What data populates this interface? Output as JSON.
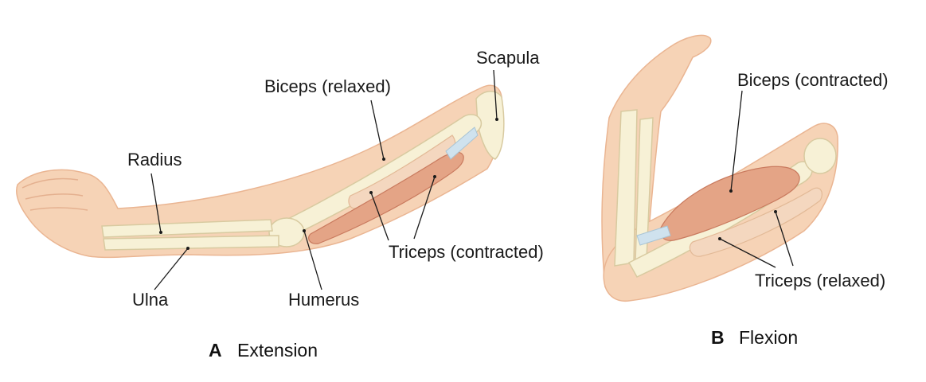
{
  "panel_a": {
    "letter": "A",
    "title": "Extension",
    "labels": {
      "scapula": "Scapula",
      "biceps": "Biceps (relaxed)",
      "radius": "Radius",
      "triceps": "Triceps (contracted)",
      "ulna": "Ulna",
      "humerus": "Humerus"
    }
  },
  "panel_b": {
    "letter": "B",
    "title": "Flexion",
    "labels": {
      "biceps": "Biceps (contracted)",
      "triceps": "Triceps (relaxed)"
    }
  },
  "colors": {
    "skin": "#f6d3b6",
    "skin_shadow": "#eab592",
    "bone": "#f7f1d6",
    "bone_outline": "#d8caa0",
    "muscle": "#e4a486",
    "muscle_dark": "#c97a5e",
    "tendon": "#cfe2ee"
  }
}
